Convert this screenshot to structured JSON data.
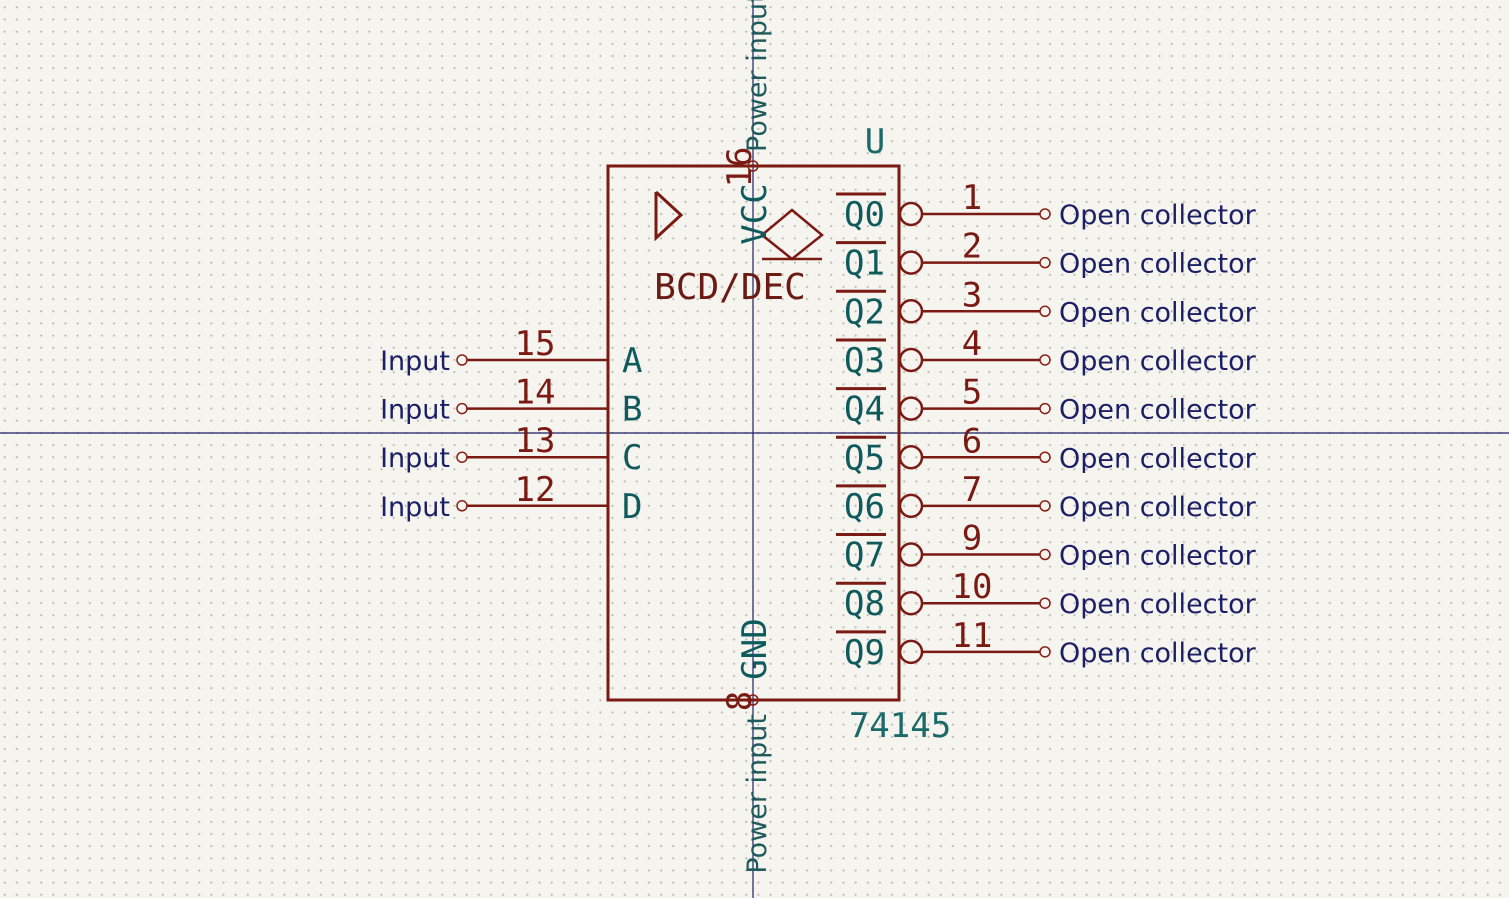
{
  "symbol": {
    "reference": "U",
    "value": "74145",
    "function_label": "BCD/DEC"
  },
  "inputs": [
    {
      "name": "A",
      "number": "15",
      "type": "Input"
    },
    {
      "name": "B",
      "number": "14",
      "type": "Input"
    },
    {
      "name": "C",
      "number": "13",
      "type": "Input"
    },
    {
      "name": "D",
      "number": "12",
      "type": "Input"
    }
  ],
  "outputs": [
    {
      "name": "Q0",
      "number": "1",
      "type": "Open collector"
    },
    {
      "name": "Q1",
      "number": "2",
      "type": "Open collector"
    },
    {
      "name": "Q2",
      "number": "3",
      "type": "Open collector"
    },
    {
      "name": "Q3",
      "number": "4",
      "type": "Open collector"
    },
    {
      "name": "Q4",
      "number": "5",
      "type": "Open collector"
    },
    {
      "name": "Q5",
      "number": "6",
      "type": "Open collector"
    },
    {
      "name": "Q6",
      "number": "7",
      "type": "Open collector"
    },
    {
      "name": "Q7",
      "number": "9",
      "type": "Open collector"
    },
    {
      "name": "Q8",
      "number": "10",
      "type": "Open collector"
    },
    {
      "name": "Q9",
      "number": "11",
      "type": "Open collector"
    }
  ],
  "power_pins": {
    "vcc": {
      "name": "VCC",
      "number": "16",
      "type": "Power input"
    },
    "gnd": {
      "name": "GND",
      "number": "8",
      "type": "Power input"
    }
  },
  "colors": {
    "background": "#f5f4ef",
    "symbol_body": "#7a1a12",
    "pin_name": "#0e5a5c",
    "electrical_type": "#1b1f66",
    "crosshair": "#1b1f66"
  }
}
